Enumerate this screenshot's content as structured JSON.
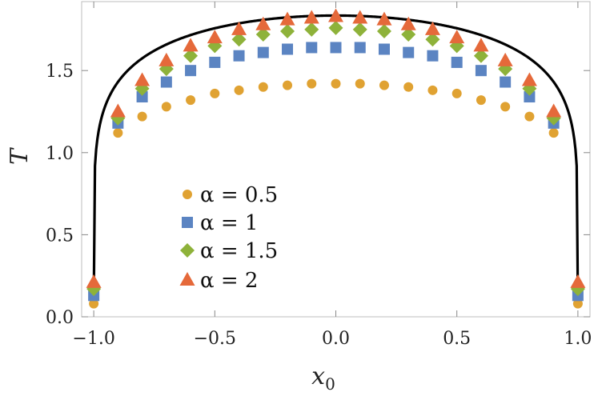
{
  "chart_data": {
    "type": "scatter",
    "xlabel": "x",
    "xlabel_sub": "0",
    "ylabel": "T",
    "xlim": [
      -1.05,
      1.05
    ],
    "ylim": [
      0.0,
      1.92
    ],
    "xticks": [
      -1.0,
      -0.5,
      0.0,
      0.5,
      1.0
    ],
    "xtick_labels": [
      "−1.0",
      "−0.5",
      "0.0",
      "0.5",
      "1.0"
    ],
    "yticks": [
      0.0,
      0.5,
      1.0,
      1.5
    ],
    "ytick_labels": [
      "0.0",
      "0.5",
      "1.0",
      "1.5"
    ],
    "legend_position": "center-left",
    "x": [
      -1.0,
      -0.9,
      -0.8,
      -0.7,
      -0.6,
      -0.5,
      -0.4,
      -0.3,
      -0.2,
      -0.1,
      0.0,
      0.1,
      0.2,
      0.3,
      0.4,
      0.5,
      0.6,
      0.7,
      0.8,
      0.9,
      1.0
    ],
    "series": [
      {
        "name": "α = 0.5",
        "marker": "circle",
        "color": "#E0A232",
        "values": [
          0.08,
          1.12,
          1.22,
          1.28,
          1.32,
          1.36,
          1.38,
          1.4,
          1.41,
          1.42,
          1.42,
          1.42,
          1.41,
          1.4,
          1.38,
          1.36,
          1.32,
          1.28,
          1.22,
          1.12,
          0.08
        ]
      },
      {
        "name": "α = 1",
        "marker": "square",
        "color": "#5B84C2",
        "values": [
          0.13,
          1.18,
          1.34,
          1.43,
          1.5,
          1.55,
          1.59,
          1.61,
          1.63,
          1.64,
          1.64,
          1.64,
          1.63,
          1.61,
          1.59,
          1.55,
          1.5,
          1.43,
          1.34,
          1.18,
          0.13
        ]
      },
      {
        "name": "α = 1.5",
        "marker": "diamond",
        "color": "#8EB23A",
        "values": [
          0.17,
          1.21,
          1.39,
          1.51,
          1.59,
          1.65,
          1.69,
          1.72,
          1.74,
          1.75,
          1.76,
          1.75,
          1.74,
          1.72,
          1.69,
          1.65,
          1.59,
          1.51,
          1.39,
          1.21,
          0.17
        ]
      },
      {
        "name": "α = 2",
        "marker": "triangle",
        "color": "#E5693A",
        "values": [
          0.21,
          1.25,
          1.44,
          1.56,
          1.65,
          1.7,
          1.75,
          1.78,
          1.81,
          1.82,
          1.83,
          1.82,
          1.81,
          1.78,
          1.75,
          1.7,
          1.65,
          1.56,
          1.44,
          1.25,
          0.21
        ]
      }
    ],
    "curve": {
      "color": "#000000",
      "amplitude": 1.835,
      "exponent": 0.15,
      "endpoint_value": 0.1
    }
  }
}
